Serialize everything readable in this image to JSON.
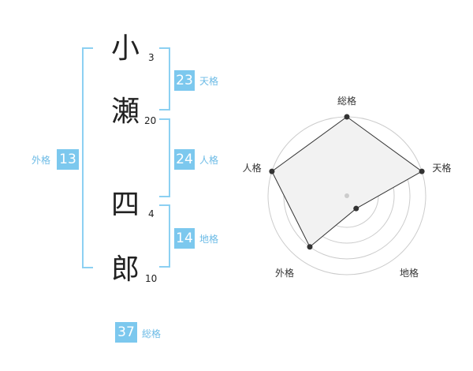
{
  "name": {
    "chars": [
      "小",
      "瀬",
      "四",
      "郎"
    ],
    "strokes": [
      "3",
      "20",
      "4",
      "10"
    ]
  },
  "fortunes": {
    "tenkaku": {
      "value": "23",
      "label": "天格"
    },
    "jinkaku": {
      "value": "24",
      "label": "人格"
    },
    "chikaku": {
      "value": "14",
      "label": "地格"
    },
    "gaikaku": {
      "value": "13",
      "label": "外格"
    },
    "soukaku": {
      "value": "37",
      "label": "総格"
    }
  },
  "chart_data": {
    "type": "radar",
    "axes": [
      "総格",
      "天格",
      "地格",
      "外格",
      "人格"
    ],
    "values": [
      5,
      5,
      1,
      4,
      5
    ],
    "rlim": [
      0,
      5
    ],
    "rings": 5,
    "colors": {
      "fill": "#f2f2f2",
      "line": "#333333",
      "grid": "#cccccc",
      "accent": "#7cc8ee"
    }
  }
}
